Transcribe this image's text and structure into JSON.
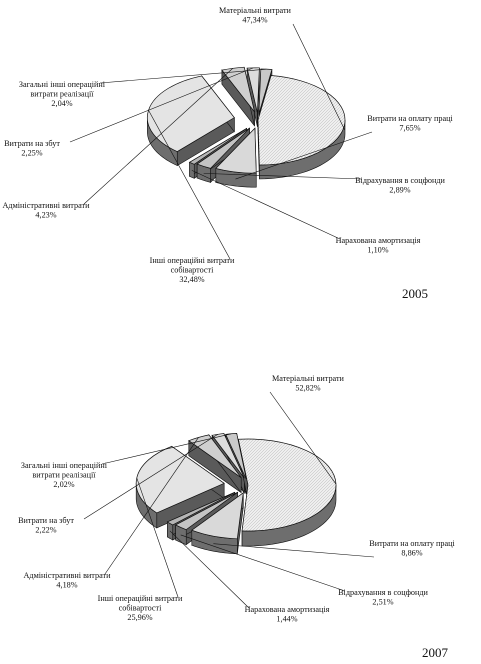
{
  "chart_data": [
    {
      "type": "pie",
      "year_label": "2005",
      "slices": [
        {
          "name_lines": [
            "Матеріальні витрати"
          ],
          "value": 47.34,
          "value_label": "47,34%",
          "fill": "#e9e9e9"
        },
        {
          "name_lines": [
            "Витрати на оплату праці"
          ],
          "value": 7.65,
          "value_label": "7,65%",
          "fill": "#d9d9d9"
        },
        {
          "name_lines": [
            "Відрахування в соцфонди"
          ],
          "value": 2.89,
          "value_label": "2,89%",
          "fill": "#c4c4c4"
        },
        {
          "name_lines": [
            "Нарахована амортизація"
          ],
          "value": 1.1,
          "value_label": "1,10%",
          "fill": "#b5b5b5"
        },
        {
          "name_lines": [
            "Інші операційні витрати",
            "собівартості"
          ],
          "value": 32.48,
          "value_label": "32,48%",
          "fill": "#e4e4e4"
        },
        {
          "name_lines": [
            "Адміністративні витрати"
          ],
          "value": 4.23,
          "value_label": "4,23%",
          "fill": "#cfcfcf"
        },
        {
          "name_lines": [
            "Витрати на збут"
          ],
          "value": 2.25,
          "value_label": "2,25%",
          "fill": "#dcdcdc"
        },
        {
          "name_lines": [
            "Загальні інші операційні",
            "витрати реалізації"
          ],
          "value": 2.04,
          "value_label": "2,04%",
          "fill": "#c9c9c9"
        }
      ]
    },
    {
      "type": "pie",
      "year_label": "2007",
      "slices": [
        {
          "name_lines": [
            "Матеріальні витрати"
          ],
          "value": 52.82,
          "value_label": "52,82%",
          "fill": "#e9e9e9"
        },
        {
          "name_lines": [
            "Витрати на оплату праці"
          ],
          "value": 8.86,
          "value_label": "8,86%",
          "fill": "#d9d9d9"
        },
        {
          "name_lines": [
            "Відрахування в соцфонди"
          ],
          "value": 2.51,
          "value_label": "2,51%",
          "fill": "#c4c4c4"
        },
        {
          "name_lines": [
            "Нарахована амортизація"
          ],
          "value": 1.44,
          "value_label": "1,44%",
          "fill": "#b5b5b5"
        },
        {
          "name_lines": [
            "Інші операційні витрати",
            "собівартості"
          ],
          "value": 25.96,
          "value_label": "25,96%",
          "fill": "#e4e4e4"
        },
        {
          "name_lines": [
            "Адміністративні витрати"
          ],
          "value": 4.18,
          "value_label": "4,18%",
          "fill": "#cfcfcf"
        },
        {
          "name_lines": [
            "Витрати на збут"
          ],
          "value": 2.22,
          "value_label": "2,22%",
          "fill": "#dcdcdc"
        },
        {
          "name_lines": [
            "Загальні інші операційні",
            "витрати реалізації"
          ],
          "value": 2.02,
          "value_label": "2,02%",
          "fill": "#c9c9c9"
        }
      ]
    }
  ]
}
